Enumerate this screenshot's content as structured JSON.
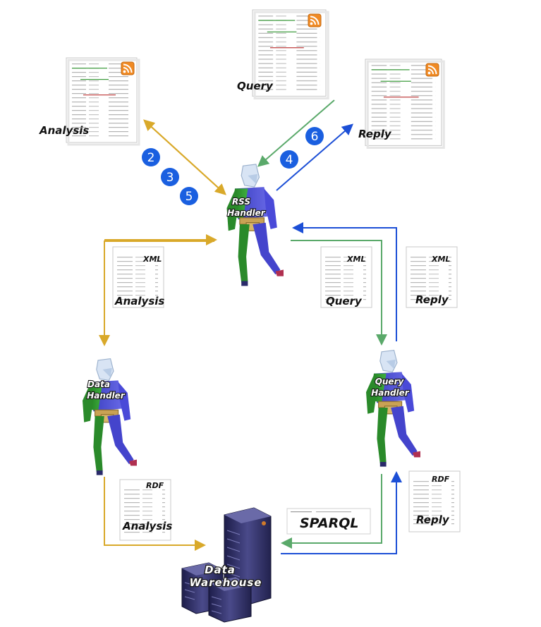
{
  "colors": {
    "analysis_flow": "#d9a92a",
    "query_flow": "#5aa96a",
    "reply_flow": "#1c4fd6",
    "step_badge": "#1a5fe0"
  },
  "rss_feeds": {
    "analysis_label": "Analysis",
    "query_label": "Query",
    "reply_label": "Reply",
    "rss_icon": "rss-feed-icon"
  },
  "steps": {
    "s2": "2",
    "s3": "3",
    "s5": "5",
    "s4": "4",
    "s6": "6"
  },
  "agents": {
    "rss_handler": {
      "line1": "RSS",
      "line2": "Handler"
    },
    "data_handler": {
      "line1": "Data",
      "line2": "Handler"
    },
    "query_handler": {
      "line1": "Query",
      "line2": "Handler"
    }
  },
  "xml_docs": {
    "tag": "XML",
    "analysis_label": "Analysis",
    "query_label": "Query",
    "reply_label": "Reply"
  },
  "rdf_docs": {
    "tag": "RDF",
    "analysis_label": "Analysis",
    "reply_label": "Reply"
  },
  "sparql": {
    "label": "SPARQL"
  },
  "warehouse": {
    "line1": "Data",
    "line2": "Warehouse"
  }
}
